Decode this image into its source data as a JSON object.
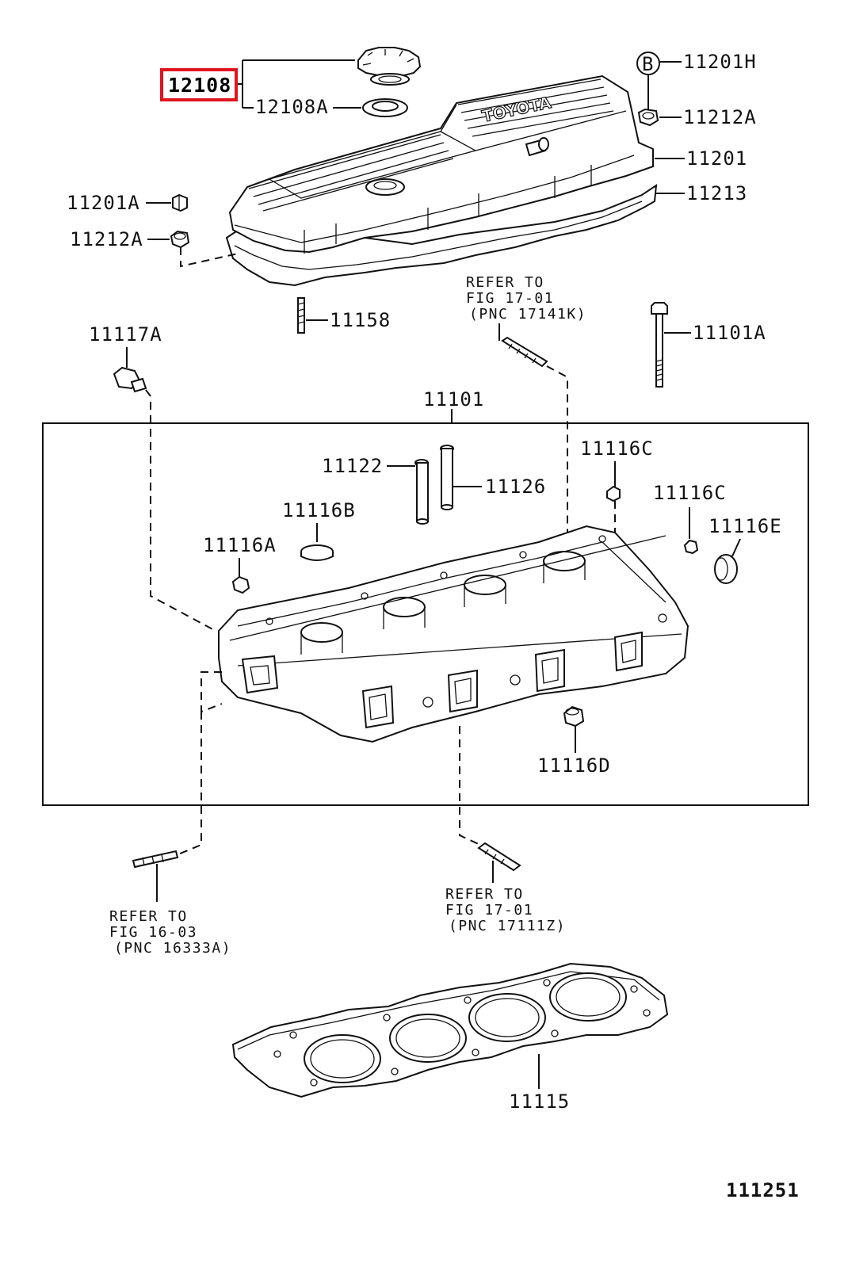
{
  "highlight_color": "#e0141e",
  "diagram_id": "111251",
  "labels": {
    "p12108": "12108",
    "p12108A": "12108A",
    "p11201H": "11201H",
    "circle_b": "B",
    "p11212A_top": "11212A",
    "p11201": "11201",
    "p11213": "11213",
    "p11201A": "11201A",
    "p11212A_left": "11212A",
    "p11158": "11158",
    "p11117A": "11117A",
    "p11101A": "11101A",
    "p11101": "11101",
    "p11122": "11122",
    "p11126": "11126",
    "p11116C_a": "11116C",
    "p11116C_b": "11116C",
    "p11116B": "11116B",
    "p11116E": "11116E",
    "p11116A": "11116A",
    "p11116D": "11116D",
    "p11115": "11115"
  },
  "refs": {
    "ref1": {
      "l1": "REFER TO",
      "l2": "FIG 17-01",
      "l3": "(PNC 17141K)"
    },
    "ref2": {
      "l1": "REFER TO",
      "l2": "FIG 16-03",
      "l3": "(PNC 16333A)"
    },
    "ref3": {
      "l1": "REFER TO",
      "l2": "FIG 17-01",
      "l3": "(PNC 17111Z)"
    }
  },
  "cover_logo": "TOYOTA"
}
